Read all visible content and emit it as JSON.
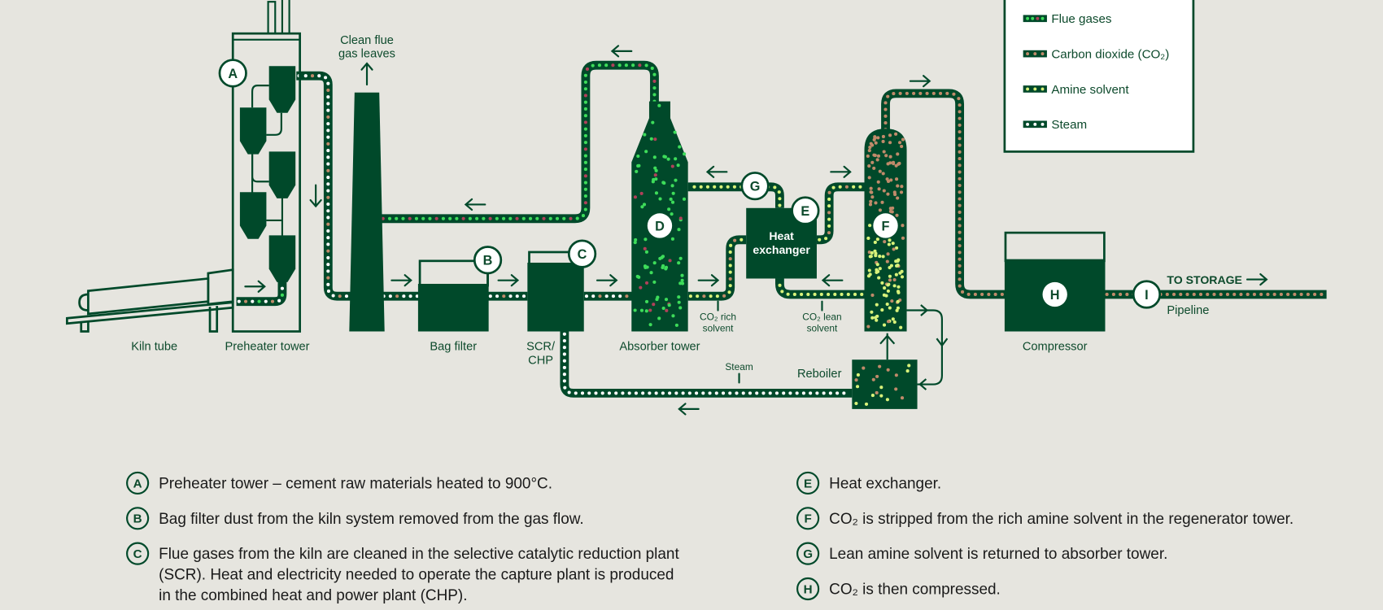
{
  "colors": {
    "background": "#e6e5df",
    "dark_green": "#00492a",
    "flue_green": "#3ddc5a",
    "flue_red": "#b0405a",
    "co2_tan": "#c08a6a",
    "amine_yellow": "#d8f27a",
    "steam_white": "#ffffff"
  },
  "legend": {
    "items": [
      {
        "label": "Flue gases",
        "type": "flue"
      },
      {
        "label": "Carbon dioxide (CO₂)",
        "type": "co2"
      },
      {
        "label": "Amine solvent",
        "type": "amine"
      },
      {
        "label": "Steam",
        "type": "steam"
      }
    ]
  },
  "diagram": {
    "labels": {
      "kiln_tube": "Kiln tube",
      "preheater_tower": "Preheater tower",
      "clean_flue_line1": "Clean flue",
      "clean_flue_line2": "gas leaves",
      "bag_filter": "Bag filter",
      "scr_line1": "SCR/",
      "scr_line2": "CHP",
      "absorber_tower": "Absorber tower",
      "heat_exchanger_line1": "Heat",
      "heat_exchanger_line2": "exchanger",
      "co2_rich_line1": "CO₂ rich",
      "co2_rich_line2": "solvent",
      "co2_lean_line1": "CO₂ lean",
      "co2_lean_line2": "solvent",
      "steam": "Steam",
      "reboiler": "Reboiler",
      "compressor": "Compressor",
      "to_storage": "TO STORAGE",
      "pipeline": "Pipeline"
    },
    "markers": {
      "a": "A",
      "b": "B",
      "c": "C",
      "d": "D",
      "e": "E",
      "f": "F",
      "g": "G",
      "h": "H",
      "i": "I"
    }
  },
  "notes": {
    "left": [
      {
        "marker": "A",
        "lines": [
          "Preheater tower – cement raw materials heated to 900°C."
        ]
      },
      {
        "marker": "B",
        "lines": [
          "Bag filter dust from the kiln system removed from the gas flow."
        ]
      },
      {
        "marker": "C",
        "lines": [
          "Flue gases from the kiln are cleaned in the selective catalytic reduction plant",
          "(SCR). Heat and electricity needed to operate the capture plant is produced",
          "in the combined heat and power plant (CHP)."
        ]
      }
    ],
    "right": [
      {
        "marker": "E",
        "lines": [
          "Heat exchanger."
        ]
      },
      {
        "marker": "F",
        "lines": [
          "CO₂ is stripped from the rich amine solvent in the regenerator tower."
        ]
      },
      {
        "marker": "G",
        "lines": [
          "Lean amine solvent is returned to absorber tower."
        ]
      },
      {
        "marker": "H",
        "lines": [
          "CO₂ is then compressed."
        ]
      }
    ]
  }
}
